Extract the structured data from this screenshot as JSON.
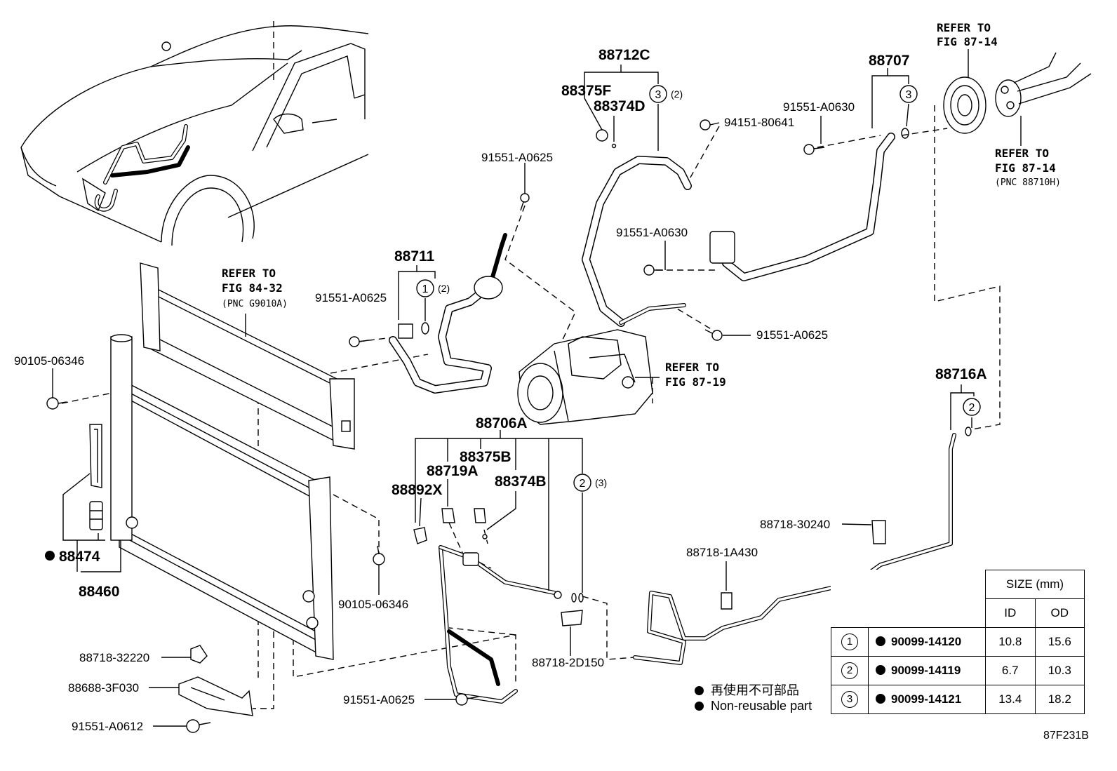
{
  "labels": {
    "p88712C": "88712C",
    "p88375F": "88375F",
    "p88374D": "88374D",
    "p94151": "94151-80641",
    "p91551_a0630_top": "91551-A0630",
    "p88707": "88707",
    "p91551_a0625_top": "91551-A0625",
    "p91551_a0630_mid": "91551-A0630",
    "p88711": "88711",
    "p91551_a0625_left": "91551-A0625",
    "p91551_a0625_right": "91551-A0625",
    "p90105_left": "90105-06346",
    "p90105_mid": "90105-06346",
    "p88716A": "88716A",
    "p88706A": "88706A",
    "p88375B": "88375B",
    "p88719A": "88719A",
    "p88374B": "88374B",
    "p88892X": "88892X",
    "p88474": "88474",
    "p88460": "88460",
    "p88718_30240": "88718-30240",
    "p88718_1A430": "88718-1A430",
    "p88718_2D150": "88718-2D150",
    "p88718_32220": "88718-32220",
    "p88688": "88688-3F030",
    "p91551_a0612": "91551-A0612",
    "p91551_a0625_bot": "91551-A0625"
  },
  "circled": {
    "c88712C": "3",
    "c88707": "3",
    "c88711": "1",
    "c88706A": "2",
    "c88716A": "2"
  },
  "qty": {
    "q88712C": "(2)",
    "q88711": "(2)",
    "q88706A": "(3)"
  },
  "refer": {
    "top_right_1": "REFER TO",
    "top_right_2": "FIG 87-14",
    "right_1": "REFER TO",
    "right_2": "FIG 87-14",
    "right_3": "(PNC 88710H)",
    "radiator_1": "REFER TO",
    "radiator_2": "FIG 84-32",
    "radiator_3": "(PNC G9010A)",
    "compressor_1": "REFER TO",
    "compressor_2": "FIG 87-19"
  },
  "size_table": {
    "header": "SIZE (mm)",
    "col_id": "ID",
    "col_od": "OD",
    "rows": [
      {
        "ref": "1",
        "part": "90099-14120",
        "id": "10.8",
        "od": "15.6"
      },
      {
        "ref": "2",
        "part": "90099-14119",
        "id": "6.7",
        "od": "10.3"
      },
      {
        "ref": "3",
        "part": "90099-14121",
        "id": "13.4",
        "od": "18.2"
      }
    ]
  },
  "legend": {
    "jp": "再使用不可部品",
    "en": "Non-reusable part"
  },
  "figure_id": "87F231B"
}
